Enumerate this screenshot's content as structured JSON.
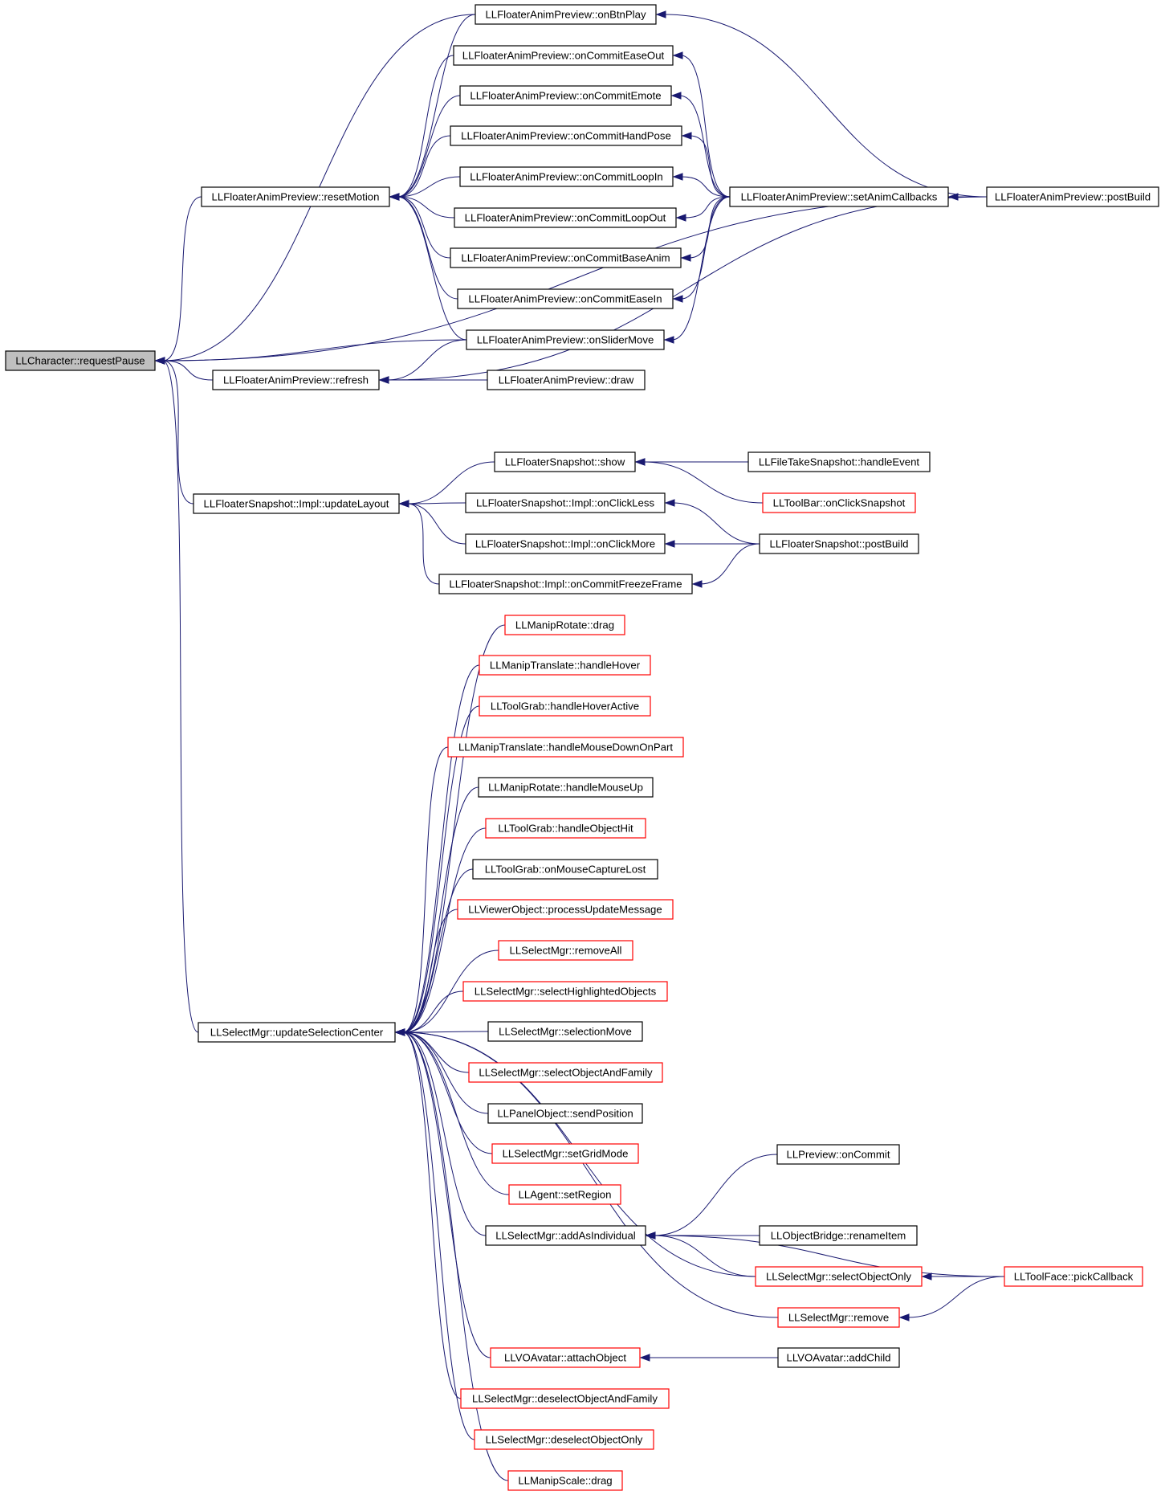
{
  "colors": {
    "edge": "#191970",
    "node_border": "#000000",
    "node_border_truncated": "#ff0000",
    "root_fill": "#bfbfbf",
    "node_fill": "#ffffff"
  },
  "nodes": [
    {
      "id": "root",
      "label": "LLCharacter::requestPause",
      "style": "root"
    },
    {
      "id": "n_resetMotion",
      "label": "LLFloaterAnimPreview::resetMotion",
      "style": "normal"
    },
    {
      "id": "n_refresh",
      "label": "LLFloaterAnimPreview::refresh",
      "style": "normal"
    },
    {
      "id": "n_updateLayout",
      "label": "LLFloaterSnapshot::Impl::updateLayout",
      "style": "normal"
    },
    {
      "id": "n_updateSelCenter",
      "label": "LLSelectMgr::updateSelectionCenter",
      "style": "normal"
    },
    {
      "id": "n_onBtnPlay",
      "label": "LLFloaterAnimPreview::onBtnPlay",
      "style": "normal"
    },
    {
      "id": "n_onCommitEaseOut",
      "label": "LLFloaterAnimPreview::onCommitEaseOut",
      "style": "normal"
    },
    {
      "id": "n_onCommitEmote",
      "label": "LLFloaterAnimPreview::onCommitEmote",
      "style": "normal"
    },
    {
      "id": "n_onCommitHandPose",
      "label": "LLFloaterAnimPreview::onCommitHandPose",
      "style": "normal"
    },
    {
      "id": "n_onCommitLoopIn",
      "label": "LLFloaterAnimPreview::onCommitLoopIn",
      "style": "normal"
    },
    {
      "id": "n_onCommitLoopOut",
      "label": "LLFloaterAnimPreview::onCommitLoopOut",
      "style": "normal"
    },
    {
      "id": "n_onCommitBaseAnim",
      "label": "LLFloaterAnimPreview::onCommitBaseAnim",
      "style": "normal"
    },
    {
      "id": "n_onCommitEaseIn",
      "label": "LLFloaterAnimPreview::onCommitEaseIn",
      "style": "normal"
    },
    {
      "id": "n_onSliderMove",
      "label": "LLFloaterAnimPreview::onSliderMove",
      "style": "normal"
    },
    {
      "id": "n_draw",
      "label": "LLFloaterAnimPreview::draw",
      "style": "normal"
    },
    {
      "id": "n_setAnimCallbacks",
      "label": "LLFloaterAnimPreview::setAnimCallbacks",
      "style": "normal"
    },
    {
      "id": "n_animPostBuild",
      "label": "LLFloaterAnimPreview::postBuild",
      "style": "normal"
    },
    {
      "id": "n_snapShow",
      "label": "LLFloaterSnapshot::show",
      "style": "normal"
    },
    {
      "id": "n_onClickLess",
      "label": "LLFloaterSnapshot::Impl::onClickLess",
      "style": "normal"
    },
    {
      "id": "n_onClickMore",
      "label": "LLFloaterSnapshot::Impl::onClickMore",
      "style": "normal"
    },
    {
      "id": "n_onCommitFreeze",
      "label": "LLFloaterSnapshot::Impl::onCommitFreezeFrame",
      "style": "normal"
    },
    {
      "id": "n_fileTakeSnapshot",
      "label": "LLFileTakeSnapshot::handleEvent",
      "style": "normal"
    },
    {
      "id": "n_toolbarSnapshot",
      "label": "LLToolBar::onClickSnapshot",
      "style": "truncated"
    },
    {
      "id": "n_snapPostBuild",
      "label": "LLFloaterSnapshot::postBuild",
      "style": "normal"
    },
    {
      "id": "n_manipRotDrag",
      "label": "LLManipRotate::drag",
      "style": "truncated"
    },
    {
      "id": "n_manipTransHover",
      "label": "LLManipTranslate::handleHover",
      "style": "truncated"
    },
    {
      "id": "n_toolGrabHoverActive",
      "label": "LLToolGrab::handleHoverActive",
      "style": "truncated"
    },
    {
      "id": "n_manipTransMouseDown",
      "label": "LLManipTranslate::handleMouseDownOnPart",
      "style": "truncated"
    },
    {
      "id": "n_manipRotMouseUp",
      "label": "LLManipRotate::handleMouseUp",
      "style": "normal"
    },
    {
      "id": "n_toolGrabObjectHit",
      "label": "LLToolGrab::handleObjectHit",
      "style": "truncated"
    },
    {
      "id": "n_toolGrabCaptureLost",
      "label": "LLToolGrab::onMouseCaptureLost",
      "style": "normal"
    },
    {
      "id": "n_viewerObjProcess",
      "label": "LLViewerObject::processUpdateMessage",
      "style": "truncated"
    },
    {
      "id": "n_selRemoveAll",
      "label": "LLSelectMgr::removeAll",
      "style": "truncated"
    },
    {
      "id": "n_selHighlighted",
      "label": "LLSelectMgr::selectHighlightedObjects",
      "style": "truncated"
    },
    {
      "id": "n_selMove",
      "label": "LLSelectMgr::selectionMove",
      "style": "normal"
    },
    {
      "id": "n_selObjFamily",
      "label": "LLSelectMgr::selectObjectAndFamily",
      "style": "truncated"
    },
    {
      "id": "n_panelSendPos",
      "label": "LLPanelObject::sendPosition",
      "style": "normal"
    },
    {
      "id": "n_selGridMode",
      "label": "LLSelectMgr::setGridMode",
      "style": "truncated"
    },
    {
      "id": "n_agentSetRegion",
      "label": "LLAgent::setRegion",
      "style": "truncated"
    },
    {
      "id": "n_selAddIndividual",
      "label": "LLSelectMgr::addAsIndividual",
      "style": "normal"
    },
    {
      "id": "n_selObjectOnly",
      "label": "LLSelectMgr::selectObjectOnly",
      "style": "truncated"
    },
    {
      "id": "n_selRemove",
      "label": "LLSelectMgr::remove",
      "style": "truncated"
    },
    {
      "id": "n_avatarAttach",
      "label": "LLVOAvatar::attachObject",
      "style": "truncated"
    },
    {
      "id": "n_deselFamily",
      "label": "LLSelectMgr::deselectObjectAndFamily",
      "style": "truncated"
    },
    {
      "id": "n_deselOnly",
      "label": "LLSelectMgr::deselectObjectOnly",
      "style": "truncated"
    },
    {
      "id": "n_manipScaleDrag",
      "label": "LLManipScale::drag",
      "style": "truncated"
    },
    {
      "id": "n_previewCommit",
      "label": "LLPreview::onCommit",
      "style": "normal"
    },
    {
      "id": "n_objBridgeRename",
      "label": "LLObjectBridge::renameItem",
      "style": "normal"
    },
    {
      "id": "n_toolFacePick",
      "label": "LLToolFace::pickCallback",
      "style": "truncated"
    },
    {
      "id": "n_avatarAddChild",
      "label": "LLVOAvatar::addChild",
      "style": "normal"
    }
  ],
  "edges": [
    {
      "from": "n_resetMotion",
      "to": "root"
    },
    {
      "from": "n_refresh",
      "to": "root"
    },
    {
      "from": "n_updateLayout",
      "to": "root"
    },
    {
      "from": "n_updateSelCenter",
      "to": "root"
    },
    {
      "from": "n_onBtnPlay",
      "to": "root"
    },
    {
      "from": "n_onSliderMove",
      "to": "root"
    },
    {
      "from": "n_animPostBuild",
      "to": "root"
    },
    {
      "from": "n_onBtnPlay",
      "to": "n_resetMotion"
    },
    {
      "from": "n_onCommitEaseOut",
      "to": "n_resetMotion"
    },
    {
      "from": "n_onCommitEmote",
      "to": "n_resetMotion"
    },
    {
      "from": "n_onCommitHandPose",
      "to": "n_resetMotion"
    },
    {
      "from": "n_onCommitLoopIn",
      "to": "n_resetMotion"
    },
    {
      "from": "n_onCommitLoopOut",
      "to": "n_resetMotion"
    },
    {
      "from": "n_onCommitBaseAnim",
      "to": "n_resetMotion"
    },
    {
      "from": "n_onCommitEaseIn",
      "to": "n_resetMotion"
    },
    {
      "from": "n_onSliderMove",
      "to": "n_resetMotion"
    },
    {
      "from": "n_onSliderMove",
      "to": "n_refresh"
    },
    {
      "from": "n_draw",
      "to": "n_refresh"
    },
    {
      "from": "n_animPostBuild",
      "to": "n_refresh"
    },
    {
      "from": "n_setAnimCallbacks",
      "to": "n_onCommitEaseOut"
    },
    {
      "from": "n_setAnimCallbacks",
      "to": "n_onCommitEmote"
    },
    {
      "from": "n_setAnimCallbacks",
      "to": "n_onCommitHandPose"
    },
    {
      "from": "n_setAnimCallbacks",
      "to": "n_onCommitLoopIn"
    },
    {
      "from": "n_setAnimCallbacks",
      "to": "n_onCommitLoopOut"
    },
    {
      "from": "n_setAnimCallbacks",
      "to": "n_onCommitBaseAnim"
    },
    {
      "from": "n_setAnimCallbacks",
      "to": "n_onCommitEaseIn"
    },
    {
      "from": "n_setAnimCallbacks",
      "to": "n_onSliderMove"
    },
    {
      "from": "n_animPostBuild",
      "to": "n_onBtnPlay"
    },
    {
      "from": "n_animPostBuild",
      "to": "n_setAnimCallbacks"
    },
    {
      "from": "n_snapShow",
      "to": "n_updateLayout"
    },
    {
      "from": "n_onClickLess",
      "to": "n_updateLayout"
    },
    {
      "from": "n_onClickMore",
      "to": "n_updateLayout"
    },
    {
      "from": "n_onCommitFreeze",
      "to": "n_updateLayout"
    },
    {
      "from": "n_fileTakeSnapshot",
      "to": "n_snapShow"
    },
    {
      "from": "n_toolbarSnapshot",
      "to": "n_snapShow"
    },
    {
      "from": "n_snapPostBuild",
      "to": "n_onClickLess"
    },
    {
      "from": "n_snapPostBuild",
      "to": "n_onClickMore"
    },
    {
      "from": "n_snapPostBuild",
      "to": "n_onCommitFreeze"
    },
    {
      "from": "n_manipRotDrag",
      "to": "n_updateSelCenter"
    },
    {
      "from": "n_manipTransHover",
      "to": "n_updateSelCenter"
    },
    {
      "from": "n_toolGrabHoverActive",
      "to": "n_updateSelCenter"
    },
    {
      "from": "n_manipTransMouseDown",
      "to": "n_updateSelCenter"
    },
    {
      "from": "n_manipRotMouseUp",
      "to": "n_updateSelCenter"
    },
    {
      "from": "n_toolGrabObjectHit",
      "to": "n_updateSelCenter"
    },
    {
      "from": "n_toolGrabCaptureLost",
      "to": "n_updateSelCenter"
    },
    {
      "from": "n_viewerObjProcess",
      "to": "n_updateSelCenter"
    },
    {
      "from": "n_selRemoveAll",
      "to": "n_updateSelCenter"
    },
    {
      "from": "n_selHighlighted",
      "to": "n_updateSelCenter"
    },
    {
      "from": "n_selMove",
      "to": "n_updateSelCenter"
    },
    {
      "from": "n_selObjFamily",
      "to": "n_updateSelCenter"
    },
    {
      "from": "n_panelSendPos",
      "to": "n_updateSelCenter"
    },
    {
      "from": "n_selGridMode",
      "to": "n_updateSelCenter"
    },
    {
      "from": "n_agentSetRegion",
      "to": "n_updateSelCenter"
    },
    {
      "from": "n_selAddIndividual",
      "to": "n_updateSelCenter"
    },
    {
      "from": "n_selObjectOnly",
      "to": "n_updateSelCenter"
    },
    {
      "from": "n_selRemove",
      "to": "n_updateSelCenter"
    },
    {
      "from": "n_avatarAttach",
      "to": "n_updateSelCenter"
    },
    {
      "from": "n_deselFamily",
      "to": "n_updateSelCenter"
    },
    {
      "from": "n_deselOnly",
      "to": "n_updateSelCenter"
    },
    {
      "from": "n_manipScaleDrag",
      "to": "n_updateSelCenter"
    },
    {
      "from": "n_previewCommit",
      "to": "n_selAddIndividual"
    },
    {
      "from": "n_objBridgeRename",
      "to": "n_selAddIndividual"
    },
    {
      "from": "n_selObjectOnly",
      "to": "n_selAddIndividual"
    },
    {
      "from": "n_toolFacePick",
      "to": "n_selAddIndividual"
    },
    {
      "from": "n_toolFacePick",
      "to": "n_selObjectOnly"
    },
    {
      "from": "n_toolFacePick",
      "to": "n_selRemove"
    },
    {
      "from": "n_avatarAddChild",
      "to": "n_avatarAttach"
    }
  ]
}
